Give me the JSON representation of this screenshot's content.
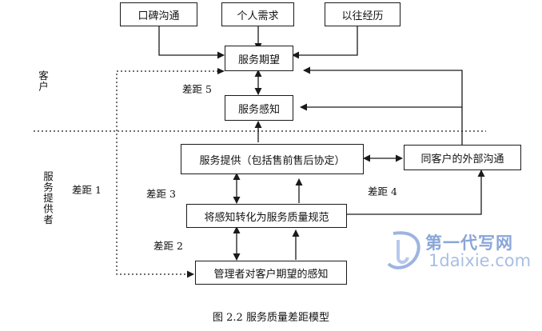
{
  "boxes": {
    "word_of_mouth": "口碑沟通",
    "personal_needs": "个人需求",
    "past_experience": "以往经历",
    "expected_service": "服务期望",
    "perceived_service": "服务感知",
    "service_delivery": "服务提供（包括售前售后协定）",
    "external_communication": "同客户的外部沟通",
    "service_quality_specs": "将感知转化为服务质量规范",
    "management_perceptions": "管理者对客户期望的感知"
  },
  "zones": {
    "customer": "客户",
    "provider": "服务提供者"
  },
  "gaps": {
    "gap1": "差距 1",
    "gap2": "差距 2",
    "gap3": "差距 3",
    "gap4": "差距 4",
    "gap5": "差距 5"
  },
  "caption": "图 2.2  服务质量差距模型",
  "watermark": {
    "zh": "第一代写网",
    "en": "1daixie.com"
  }
}
